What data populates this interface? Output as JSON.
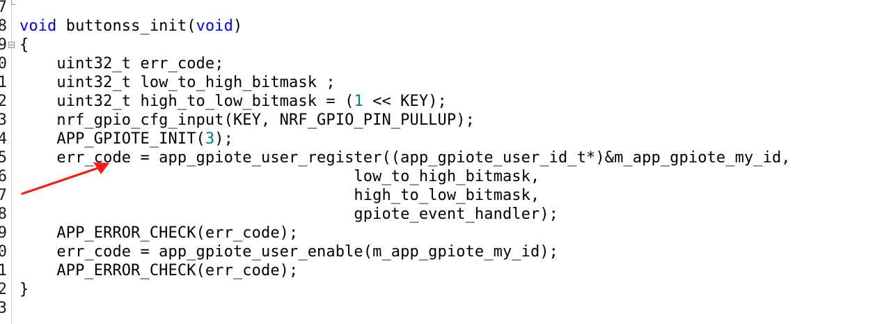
{
  "editor": {
    "line_numbers": [
      "7",
      "8",
      "9",
      "0",
      "1",
      "2",
      "3",
      "4",
      "5",
      "6",
      "7",
      "8",
      "9",
      "0",
      "1",
      "2",
      "3"
    ],
    "code_lines": [
      {
        "segments": [
          {
            "t": "",
            "c": "plain"
          }
        ]
      },
      {
        "segments": [
          {
            "t": "void",
            "c": "kw"
          },
          {
            "t": " buttonss_init(",
            "c": "plain"
          },
          {
            "t": "void",
            "c": "kw"
          },
          {
            "t": ")",
            "c": "plain"
          }
        ]
      },
      {
        "segments": [
          {
            "t": "{",
            "c": "plain"
          }
        ]
      },
      {
        "segments": [
          {
            "t": "    uint32_t err_code;",
            "c": "plain"
          }
        ]
      },
      {
        "segments": [
          {
            "t": "    uint32_t low_to_high_bitmask ;",
            "c": "plain"
          }
        ]
      },
      {
        "segments": [
          {
            "t": "    uint32_t high_to_low_bitmask = (",
            "c": "plain"
          },
          {
            "t": "1",
            "c": "num"
          },
          {
            "t": " << KEY);",
            "c": "plain"
          }
        ]
      },
      {
        "segments": [
          {
            "t": "    nrf_gpio_cfg_input(KEY, NRF_GPIO_PIN_PULLUP);",
            "c": "plain"
          }
        ]
      },
      {
        "segments": [
          {
            "t": "    APP_GPIOTE_INIT(",
            "c": "plain"
          },
          {
            "t": "3",
            "c": "num"
          },
          {
            "t": ");",
            "c": "plain"
          }
        ]
      },
      {
        "segments": [
          {
            "t": "    err_code = app_gpiote_user_register((app_gpiote_user_id_t*)&m_app_gpiote_my_id,",
            "c": "plain"
          }
        ]
      },
      {
        "segments": [
          {
            "t": "                                    low_to_high_bitmask,",
            "c": "plain"
          }
        ]
      },
      {
        "segments": [
          {
            "t": "                                    high_to_low_bitmask,",
            "c": "plain"
          }
        ]
      },
      {
        "segments": [
          {
            "t": "                                    gpiote_event_handler);",
            "c": "plain"
          }
        ]
      },
      {
        "segments": [
          {
            "t": "    APP_ERROR_CHECK(err_code);",
            "c": "plain"
          }
        ]
      },
      {
        "segments": [
          {
            "t": "    err_code = app_gpiote_user_enable(m_app_gpiote_my_id);",
            "c": "plain"
          }
        ]
      },
      {
        "segments": [
          {
            "t": "    APP_ERROR_CHECK(err_code);",
            "c": "plain"
          }
        ]
      },
      {
        "segments": [
          {
            "t": "}",
            "c": "plain"
          }
        ]
      },
      {
        "segments": [
          {
            "t": "",
            "c": "plain"
          }
        ]
      }
    ]
  },
  "colors": {
    "keyword": "#0000ff",
    "number": "#008080",
    "text": "#000000",
    "arrow": "#ff1a1a"
  },
  "annotation": {
    "type": "red-arrow",
    "points_to": "err_code"
  }
}
